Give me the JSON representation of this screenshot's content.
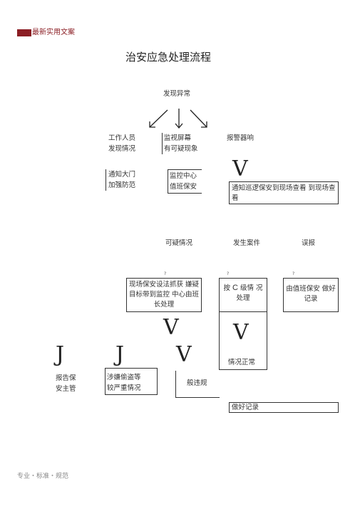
{
  "header": {
    "tag": "最新实用文案",
    "tag_color": "#8b1e24"
  },
  "doc": {
    "title": "治安应急处理流程",
    "start": "发现异常",
    "staff_line1": "工作人员",
    "staff_line2": "发现情况",
    "monitor_line1": "监视屏幕",
    "monitor_line2": "有可疑现象",
    "alarm": "报警器响",
    "notify_gate_line1": "通知大门",
    "notify_gate_line2": "加强防范",
    "center_line1": "监控中心",
    "center_line2": "值班保安",
    "notify_patrol": "通知巡逻保安到现场查看 到现场查看",
    "cat_suspicious": "可疑情况",
    "cat_case": "发生案件",
    "cat_false": "误报",
    "q1": "?",
    "q2": "?",
    "q3": "?",
    "box_capture": "现场保安设法抓获 嫌疑目标带到监控 中心由班长处理",
    "box_level_a": "按",
    "box_level_c": "C",
    "box_level_b": "级情 况处理",
    "box_record": "由值班保安 做好记录",
    "big_v1": "V",
    "big_v2": "V",
    "big_v3": "V",
    "big_v4": "V",
    "big_j1": "J",
    "big_j2": "J",
    "normal": "情况正常",
    "report_line1": "报告保",
    "report_line2": "安主管",
    "theft_line1": "涉嫌偷盗等",
    "theft_line2": "较严重情况",
    "minor": "般违规",
    "final_record": "做好记录"
  },
  "footer": {
    "text": "专业・标准・规范"
  }
}
